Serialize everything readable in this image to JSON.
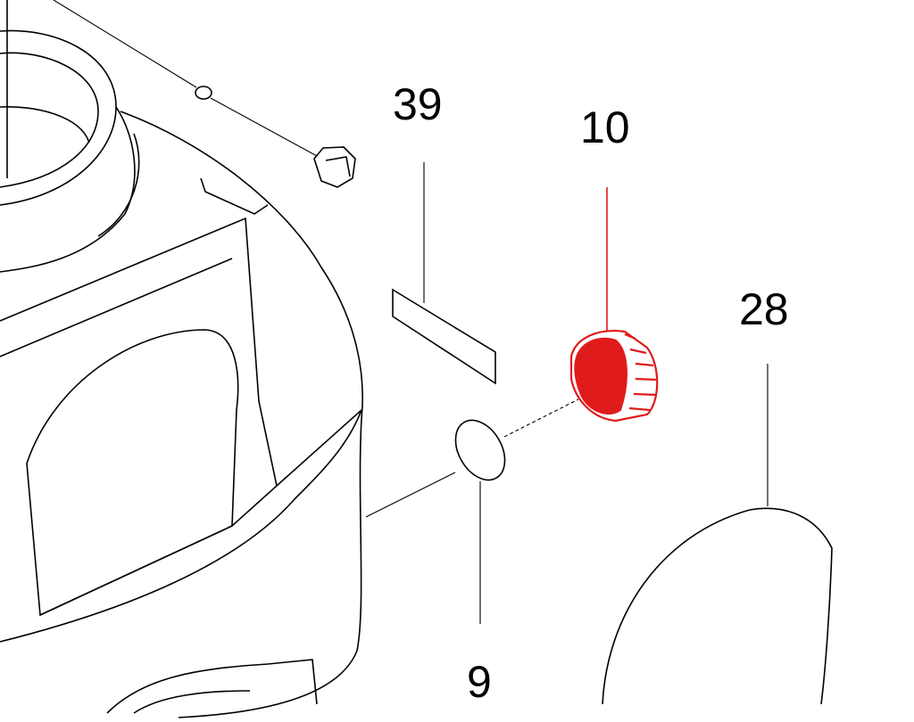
{
  "diagram": {
    "highlight_color": "#e01b1b",
    "callouts": [
      {
        "number": "39",
        "part": "label"
      },
      {
        "number": "10",
        "part": "cap-nut",
        "highlighted": true
      },
      {
        "number": "28",
        "part": "cover"
      },
      {
        "number": "9",
        "part": "disc"
      }
    ]
  }
}
